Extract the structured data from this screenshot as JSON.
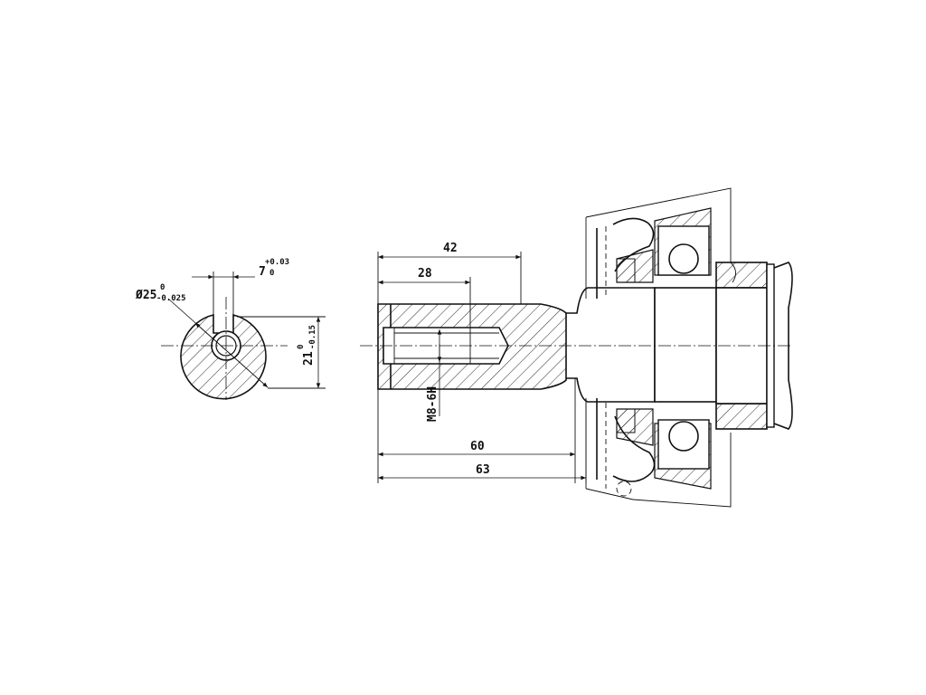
{
  "dimensions": {
    "key_width": {
      "nominal": "7",
      "upper": "+0.03",
      "lower": "0"
    },
    "shaft_diameter": {
      "nominal": "Ø25",
      "upper": "0",
      "lower": "-0.025"
    },
    "key_depth": {
      "nominal": "21",
      "upper": "0",
      "lower": "-0.15"
    },
    "length_42": "42",
    "length_28": "28",
    "thread": "M8-6H",
    "length_60": "60",
    "length_63": "63"
  }
}
